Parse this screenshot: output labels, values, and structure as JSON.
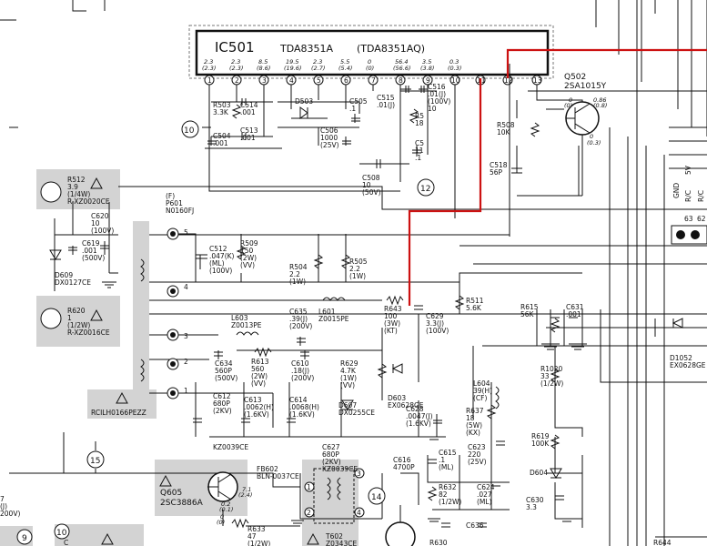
{
  "ic": {
    "name": "IC501",
    "part": "TDA8351A",
    "alt_part": "(TDA8351AQ)",
    "voltages_top": [
      "2.3",
      "2.3",
      "8.5",
      "19.5",
      "2.3",
      "5.5",
      "0",
      "56.4",
      "3.5",
      "0.3"
    ],
    "voltages_bottom": [
      "(2.3)",
      "(2.3)",
      "(8.6)",
      "(19.6)",
      "(2.7)",
      "(5.4)",
      "(0)",
      "(56.6)",
      "(3.8)",
      "(0.3)"
    ],
    "pins": [
      "1",
      "2",
      "3",
      "4",
      "5",
      "6",
      "7",
      "8",
      "9",
      "10",
      "11",
      "12",
      "13"
    ]
  },
  "transistors": {
    "q502": {
      "name": "Q502",
      "part": "2SA1015Y",
      "v1": "0",
      "v1b": "(0)",
      "v2": "0.86",
      "v2b": "(0.8)",
      "v3": "0",
      "v3b": "(0.3)"
    },
    "q605": {
      "name": "Q605",
      "part": "2SC3886A",
      "v1": "0.2",
      "v1b": "(0.1)",
      "v2": "7.1",
      "v2b": "(2.4)",
      "v3": "0",
      "v3b": "(0)"
    }
  },
  "nodes": [
    "10",
    "12",
    "15",
    "14",
    "9",
    "10"
  ],
  "components": [
    {
      "id": "R503",
      "lines": [
        "R503",
        "3.3K"
      ]
    },
    {
      "id": "C514",
      "lines": [
        "C514",
        ".001"
      ]
    },
    {
      "id": "C513",
      "lines": [
        "C513",
        ".001"
      ]
    },
    {
      "id": "C504",
      "lines": [
        "C504",
        ".001"
      ]
    },
    {
      "id": "D503",
      "lines": [
        "D503"
      ]
    },
    {
      "id": "C505",
      "lines": [
        "C505",
        ".1"
      ]
    },
    {
      "id": "C506",
      "lines": [
        "C506",
        "1000",
        "(25V)"
      ]
    },
    {
      "id": "C515",
      "lines": [
        "C515",
        ".01(J)"
      ]
    },
    {
      "id": "C516",
      "lines": [
        "C516",
        ".01(J)",
        "(100V)",
        "10"
      ]
    },
    {
      "id": "R5",
      "lines": [
        "R5",
        "18"
      ]
    },
    {
      "id": "C5",
      "lines": [
        "C5",
        "11",
        ".1"
      ]
    },
    {
      "id": "C508",
      "lines": [
        "C508",
        "10",
        "(50V)"
      ]
    },
    {
      "id": "R508",
      "lines": [
        "R508",
        "10K"
      ]
    },
    {
      "id": "C518",
      "lines": [
        "C518",
        "56P"
      ]
    },
    {
      "id": "R512",
      "lines": [
        "R512",
        "3.9",
        "(1/4W)",
        "R-XZ0020CE"
      ]
    },
    {
      "id": "C620",
      "lines": [
        "C620",
        "10",
        "(100V)"
      ]
    },
    {
      "id": "C619",
      "lines": [
        "C619",
        ".001",
        "(500V)"
      ]
    },
    {
      "id": "D609",
      "lines": [
        "D609",
        "DX0127CE"
      ]
    },
    {
      "id": "R620",
      "lines": [
        "R620",
        "1",
        "(1/2W)",
        "R-XZ0016CE"
      ]
    },
    {
      "id": "P601",
      "lines": [
        "(F)",
        "P601",
        "N0160FJ"
      ]
    },
    {
      "id": "C512",
      "lines": [
        "C512",
        ".047(K)",
        "(ML)",
        "(100V)"
      ]
    },
    {
      "id": "R509",
      "lines": [
        "R509",
        "150",
        "(2W)",
        "(VV)"
      ]
    },
    {
      "id": "R504",
      "lines": [
        "R504",
        "2.2",
        "(1W)"
      ]
    },
    {
      "id": "R505",
      "lines": [
        "R505",
        "2.2",
        "(1W)"
      ]
    },
    {
      "id": "L603",
      "lines": [
        "L603",
        "Z0013PE"
      ]
    },
    {
      "id": "C635",
      "lines": [
        "C635",
        ".39(J)",
        "(200V)"
      ]
    },
    {
      "id": "L601",
      "lines": [
        "L601",
        "Z0015PE"
      ]
    },
    {
      "id": "R643",
      "lines": [
        "R643",
        "100",
        "(3W)",
        "(KT)"
      ]
    },
    {
      "id": "C629",
      "lines": [
        "C629",
        "3.3(J)",
        "(100V)"
      ]
    },
    {
      "id": "R511",
      "lines": [
        "R511",
        "5.6K"
      ]
    },
    {
      "id": "C634",
      "lines": [
        "C634",
        "560P",
        "(500V)"
      ]
    },
    {
      "id": "R613",
      "lines": [
        "R613",
        "560",
        "(2W)",
        "(VV)"
      ]
    },
    {
      "id": "C610",
      "lines": [
        "C610",
        ".18(J)",
        "(200V)"
      ]
    },
    {
      "id": "R629",
      "lines": [
        "R629",
        "4.7K",
        "(1W)",
        "(VV)"
      ]
    },
    {
      "id": "D603",
      "lines": [
        "D603",
        "EX0628GE"
      ]
    },
    {
      "id": "C628",
      "lines": [
        "C628",
        ".0047(J)",
        "(1.6KV)"
      ]
    },
    {
      "id": "L604",
      "lines": [
        "L604",
        "39(H)",
        "(CF)"
      ]
    },
    {
      "id": "R637",
      "lines": [
        "R637",
        "18",
        "(5W)",
        "(KX)"
      ]
    },
    {
      "id": "R615",
      "lines": [
        "R615",
        "56K"
      ]
    },
    {
      "id": "C631",
      "lines": [
        "C631",
        ".001"
      ]
    },
    {
      "id": "D1052",
      "lines": [
        "D1052",
        "EX0628GE"
      ]
    },
    {
      "id": "R1020",
      "lines": [
        "R1020",
        "33",
        "(1/2W)"
      ]
    },
    {
      "id": "R619",
      "lines": [
        "R619",
        "100K"
      ]
    },
    {
      "id": "D604",
      "lines": [
        "D604"
      ]
    },
    {
      "id": "C630",
      "lines": [
        "C630",
        "3.3"
      ]
    },
    {
      "id": "C612",
      "lines": [
        "C612",
        "680P",
        "(2KV)"
      ]
    },
    {
      "id": "C613",
      "lines": [
        "C613",
        ".0062(H)",
        "(1.6KV)"
      ]
    },
    {
      "id": "C614",
      "lines": [
        "C614",
        ".0068(H)",
        "(1.6KV)"
      ]
    },
    {
      "id": "D607",
      "lines": [
        "D607",
        "DX0255CE"
      ]
    },
    {
      "id": "KZ0039CE_a",
      "lines": [
        "KZ0039CE"
      ]
    },
    {
      "id": "C627",
      "lines": [
        "C627",
        "680P",
        "(2KV)",
        "KZ0039CE"
      ]
    },
    {
      "id": "C616",
      "lines": [
        "C616",
        "4700P"
      ]
    },
    {
      "id": "C615",
      "lines": [
        "C615",
        ".1",
        "(ML)"
      ]
    },
    {
      "id": "R632",
      "lines": [
        "R632",
        "82",
        "(1/2W)"
      ]
    },
    {
      "id": "C623",
      "lines": [
        "C623",
        "220",
        "(25V)"
      ]
    },
    {
      "id": "C624",
      "lines": [
        "C624",
        ".027",
        "(ML)"
      ]
    },
    {
      "id": "FB602",
      "lines": [
        "FB602",
        "BLN-0037CE"
      ]
    },
    {
      "id": "R633",
      "lines": [
        "R633",
        "47",
        "(1/2W)"
      ]
    },
    {
      "id": "T602",
      "lines": [
        "T602",
        "Z0343CE"
      ]
    },
    {
      "id": "C636",
      "lines": [
        "C636"
      ]
    },
    {
      "id": "RCILH0166PEZZ",
      "lines": [
        "RCILH0166PEZZ"
      ]
    }
  ],
  "connector": {
    "labels": [
      "GND",
      "R/C",
      "5V",
      "R/C"
    ],
    "pins": [
      "63",
      "62"
    ]
  },
  "edge_labels": [
    "7",
    "(J)",
    "200V)",
    "R630",
    "R644",
    "C"
  ]
}
